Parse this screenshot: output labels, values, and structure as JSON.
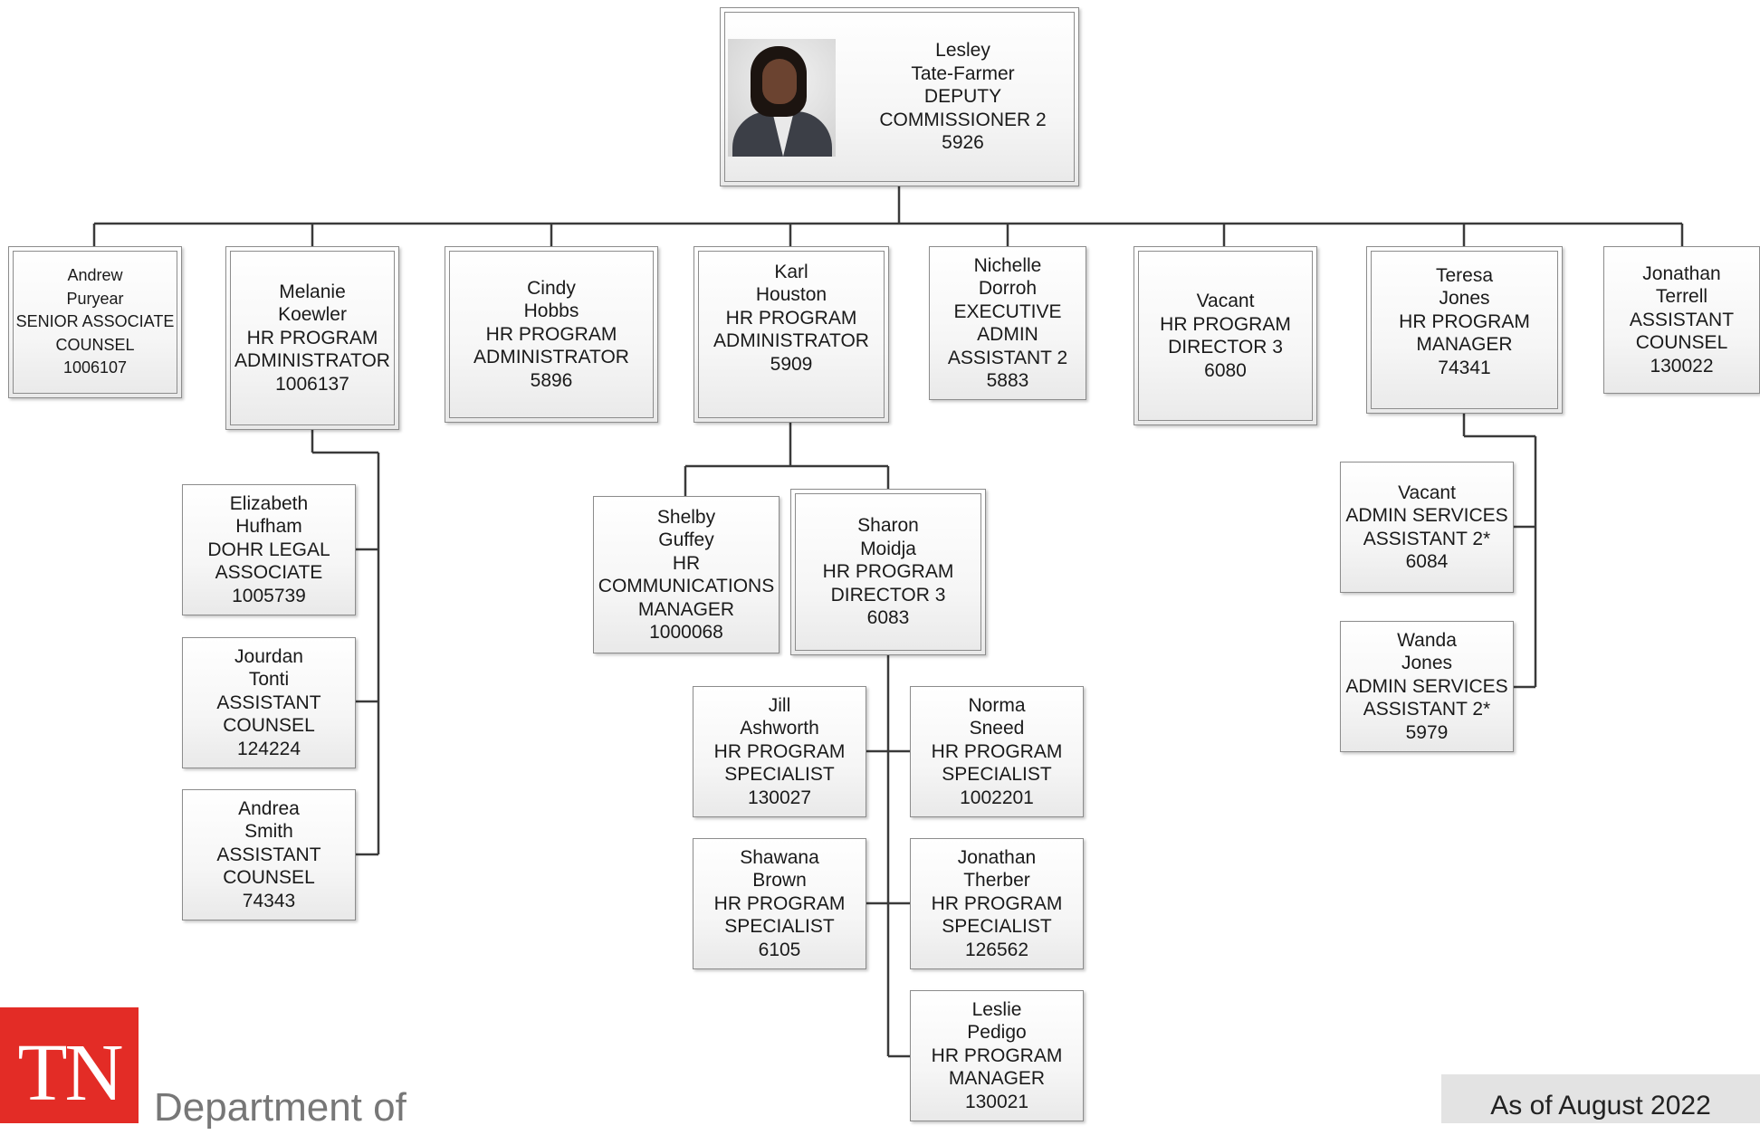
{
  "root": {
    "name_first": "Lesley",
    "name_last": "Tate-Farmer",
    "title_l1": "DEPUTY",
    "title_l2": "COMMISSIONER 2",
    "position_no": "5926"
  },
  "direct_reports": [
    {
      "l1": "Andrew",
      "l2": "Puryear",
      "l3": "SENIOR ASSOCIATE",
      "l4": "COUNSEL",
      "l5": "1006107"
    },
    {
      "l1": "Melanie",
      "l2": "Koewler",
      "l3": "HR PROGRAM",
      "l4": "ADMINISTRATOR",
      "l5": "1006137"
    },
    {
      "l1": "Cindy",
      "l2": "Hobbs",
      "l3": "HR PROGRAM",
      "l4": "ADMINISTRATOR",
      "l5": "5896"
    },
    {
      "l1": "Karl",
      "l2": "Houston",
      "l3": "HR PROGRAM",
      "l4": "ADMINISTRATOR",
      "l5": "5909"
    },
    {
      "l1": "Nichelle",
      "l2": "Dorroh",
      "l3": "EXECUTIVE",
      "l4": "ADMIN",
      "l5": "ASSISTANT 2",
      "l6": "5883"
    },
    {
      "l1": "Vacant",
      "l2": "HR PROGRAM",
      "l3": "DIRECTOR 3",
      "l4": "6080"
    },
    {
      "l1": "Teresa",
      "l2": "Jones",
      "l3": "HR PROGRAM",
      "l4": "MANAGER",
      "l5": "74341"
    },
    {
      "l1": "Jonathan",
      "l2": "Terrell",
      "l3": "ASSISTANT",
      "l4": "COUNSEL",
      "l5": "130022"
    }
  ],
  "koewler_reports": [
    {
      "l1": "Elizabeth",
      "l2": "Hufham",
      "l3": "DOHR LEGAL",
      "l4": "ASSOCIATE",
      "l5": "1005739"
    },
    {
      "l1": "Jourdan",
      "l2": "Tonti",
      "l3": "ASSISTANT",
      "l4": "COUNSEL",
      "l5": "124224"
    },
    {
      "l1": "Andrea",
      "l2": "Smith",
      "l3": "ASSISTANT",
      "l4": "COUNSEL",
      "l5": "74343"
    }
  ],
  "houston_reports": [
    {
      "l1": "Shelby",
      "l2": "Guffey",
      "l3": "HR",
      "l4": "COMMUNICATIONS",
      "l5": "MANAGER",
      "l6": "1000068"
    },
    {
      "l1": "Sharon",
      "l2": "Moidja",
      "l3": "HR PROGRAM",
      "l4": "DIRECTOR 3",
      "l5": "6083"
    }
  ],
  "moidja_reports": [
    {
      "l1": "Jill",
      "l2": "Ashworth",
      "l3": "HR PROGRAM",
      "l4": "SPECIALIST",
      "l5": "130027"
    },
    {
      "l1": "Norma",
      "l2": "Sneed",
      "l3": "HR PROGRAM",
      "l4": "SPECIALIST",
      "l5": "1002201"
    },
    {
      "l1": "Shawana",
      "l2": "Brown",
      "l3": "HR PROGRAM",
      "l4": "SPECIALIST",
      "l5": "6105"
    },
    {
      "l1": "Jonathan",
      "l2": "Therber",
      "l3": "HR PROGRAM",
      "l4": "SPECIALIST",
      "l5": "126562"
    },
    {
      "l1": "Leslie",
      "l2": "Pedigo",
      "l3": "HR PROGRAM",
      "l4": "MANAGER",
      "l5": "130021"
    }
  ],
  "jones_reports": [
    {
      "l1": "Vacant",
      "l2": "ADMIN SERVICES",
      "l3": "ASSISTANT 2*",
      "l4": "6084"
    },
    {
      "l1": "Wanda",
      "l2": "Jones",
      "l3": "ADMIN SERVICES",
      "l4": "ASSISTANT 2*",
      "l5": "5979"
    }
  ],
  "footer": {
    "logo_text": "TN",
    "department_text": "Department of",
    "as_of": "As of August 2022"
  },
  "colors": {
    "logo_red": "#e32c26",
    "connector": "#3a3a3a",
    "box_border": "#8c8c8c"
  }
}
